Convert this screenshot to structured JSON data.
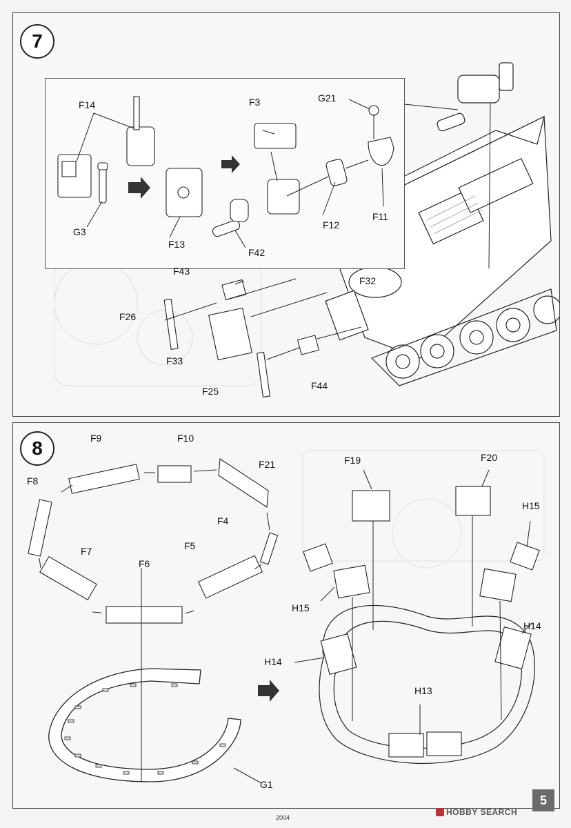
{
  "steps": {
    "step7": {
      "number": "7",
      "labels": {
        "F14": "F14",
        "F3": "F3",
        "G21": "G21",
        "G3": "G3",
        "F13": "F13",
        "F42": "F42",
        "F12": "F12",
        "F11": "F11",
        "F43": "F43",
        "F26": "F26",
        "F32": "F32",
        "F33": "F33",
        "F25": "F25",
        "F44": "F44"
      }
    },
    "step8": {
      "number": "8",
      "labels": {
        "F9": "F9",
        "F10": "F10",
        "F21": "F21",
        "F8": "F8",
        "F4": "F4",
        "F7": "F7",
        "F5": "F5",
        "F6": "F6",
        "G1": "G1",
        "F19": "F19",
        "F20": "F20",
        "H15a": "H15",
        "H15b": "H15",
        "H14a": "H14",
        "H14b": "H14",
        "H13": "H13"
      }
    }
  },
  "footer": {
    "page_number": "5",
    "code": "2004",
    "watermark": "HOBBY SEARCH"
  }
}
